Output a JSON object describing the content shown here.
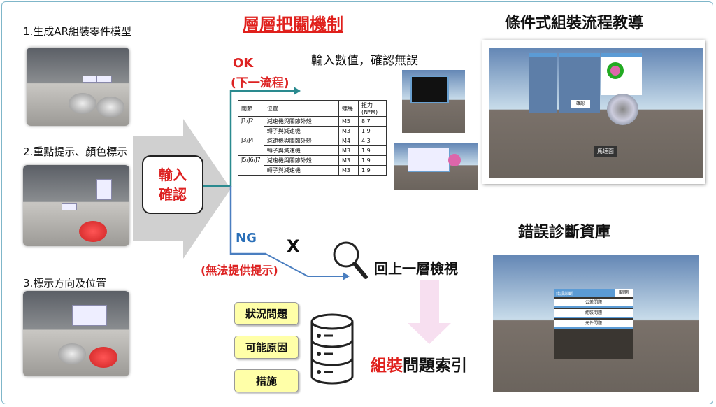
{
  "title": "層層把關機制",
  "left_steps": [
    "1.生成AR組裝零件模型",
    "2.重點提示、顏色標示",
    "3.標示方向及位置"
  ],
  "input_box": {
    "line1": "輸入",
    "line2": "確認"
  },
  "ok": {
    "label": "OK",
    "sub": "(下一流程)"
  },
  "ng": {
    "label": "NG",
    "sub": "(無法提供提示)",
    "x": "X"
  },
  "input_note": "輸入數值，確認無誤",
  "table": {
    "headers": [
      "關節",
      "位置",
      "螺絲",
      "扭力\n(N*M)"
    ],
    "rows": [
      [
        "J1/J2",
        "減速機與關節外殼",
        "M5",
        "8.7"
      ],
      [
        "",
        "轉子與減速機",
        "M3",
        "1.9"
      ],
      [
        "J3/J4",
        "減速機與關節外殼",
        "M4",
        "4.3"
      ],
      [
        "",
        "轉子與減速機",
        "M3",
        "1.9"
      ],
      [
        "J5/J6/J7",
        "減速機與關節外殼",
        "M3",
        "1.9"
      ],
      [
        "",
        "轉子與減速機",
        "M3",
        "1.9"
      ]
    ]
  },
  "right_top_title": "條件式組裝流程教導",
  "right_bottom_title": "錯誤診斷資庫",
  "review": "回上一層檢視",
  "index": {
    "red": "組裝",
    "black": "問題索引"
  },
  "db_boxes": [
    "狀況問題",
    "可能原因",
    "措施"
  ],
  "diag_ui": {
    "header": "錯誤診斷",
    "close": "關閉",
    "items": [
      "公差問題",
      "組裝問題",
      "元件問題"
    ]
  },
  "teach_ui": {
    "button": "確認",
    "label": "馬達面"
  }
}
